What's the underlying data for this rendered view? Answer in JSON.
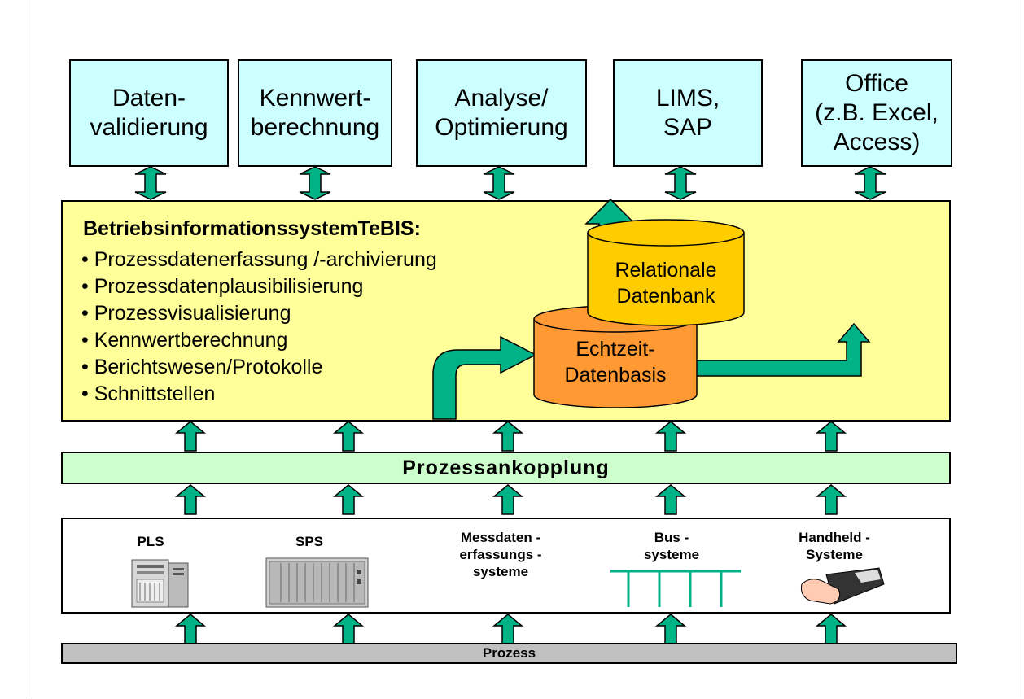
{
  "applications": [
    {
      "id": "datenvalidierung",
      "label": "Daten-\nvalidierung"
    },
    {
      "id": "kennwertberechnung",
      "label": "Kennwert-\nberechnung"
    },
    {
      "id": "analyse",
      "label": "Analyse/\nOptimierung"
    },
    {
      "id": "lims",
      "label": "LIMS,\nSAP"
    },
    {
      "id": "office",
      "label": "Office\n(z.B. Excel,\nAccess)"
    }
  ],
  "tebis": {
    "title": "BetriebsinformationssystemTeBIS:",
    "features": [
      "Prozessdatenerfassung /-archivierung",
      "Prozessdatenplausibilisierung",
      "Prozessvisualisierung",
      "Kennwertberechnung",
      "Berichtswesen/Protokolle",
      "Schnittstellen"
    ]
  },
  "databases": {
    "realtime": "Echtzeit-\nDatenbasis",
    "relational": "Relationale\nDatenbank"
  },
  "coupling": {
    "label": "Prozessankopplung"
  },
  "sources": [
    {
      "id": "pls",
      "label": "PLS"
    },
    {
      "id": "sps",
      "label": "SPS"
    },
    {
      "id": "messdaten",
      "label": "Messdaten -\nerfassungs -\nsysteme"
    },
    {
      "id": "bus",
      "label": "Bus -\nsysteme"
    },
    {
      "id": "handheld",
      "label": "Handheld -\nSysteme"
    }
  ],
  "process": {
    "label": "Prozess"
  },
  "colors": {
    "arrow": "#00b386",
    "application_box": "#ccffff",
    "tebis_box": "#ffff99",
    "coupling_box": "#ccffcc",
    "process_bar": "#c0c0c0",
    "realtime_db": "#ff9933",
    "relational_db": "#ffcc00"
  }
}
